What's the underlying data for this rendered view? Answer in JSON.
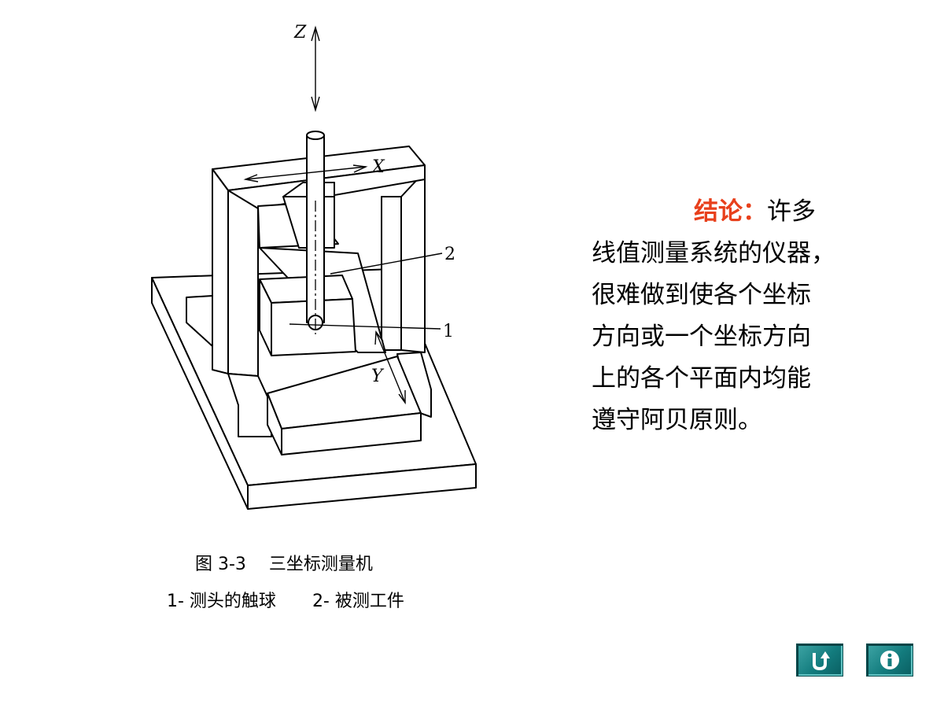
{
  "diagram": {
    "labels": {
      "z_axis": "Z",
      "x_axis": "X",
      "y_axis": "Y",
      "callout_1": "1",
      "callout_2": "2"
    }
  },
  "caption": {
    "title": "图 3-3　 三坐标测量机",
    "legend_1": "1- 测头的触球",
    "legend_2": "2- 被测工件"
  },
  "conclusion": {
    "heading": "结论：",
    "line1": "许多",
    "lines": [
      "线值测量系统的仪器，",
      "很难做到使各个坐标",
      "方向或一个坐标方向",
      "上的各个平面内均能",
      "遵守阿贝原则。"
    ]
  },
  "nav": {
    "back_icon": "return-arrow-icon",
    "info_icon": "info-icon"
  },
  "colors": {
    "heading": "#e8401c",
    "button": "#137c7e"
  }
}
